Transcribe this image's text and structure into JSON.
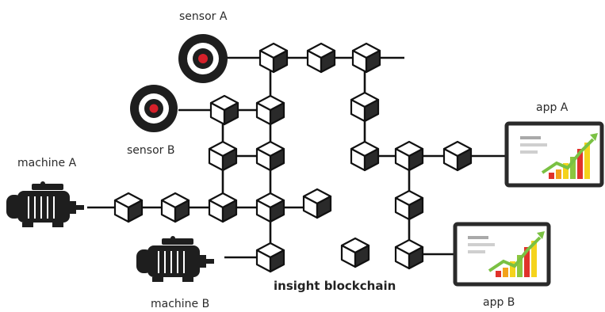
{
  "labels": {
    "sensor_a": "sensor A",
    "sensor_b": "sensor B",
    "machine_a": "machine A",
    "machine_b": "machine B",
    "app_a": "app A",
    "app_b": "app B",
    "center": "insight blockchain"
  },
  "icons": {
    "sensor": "target-sensor-icon",
    "machine": "electric-motor-icon",
    "app": "growth-chart-screen-icon"
  },
  "colors": {
    "sensor_dot": "#d6202a",
    "chart_arrow": "#7ac143",
    "chart_red": "#e0322b",
    "chart_orange": "#f2a21b",
    "chart_yellow": "#f5d31c",
    "chart_green": "#8cc63f"
  }
}
